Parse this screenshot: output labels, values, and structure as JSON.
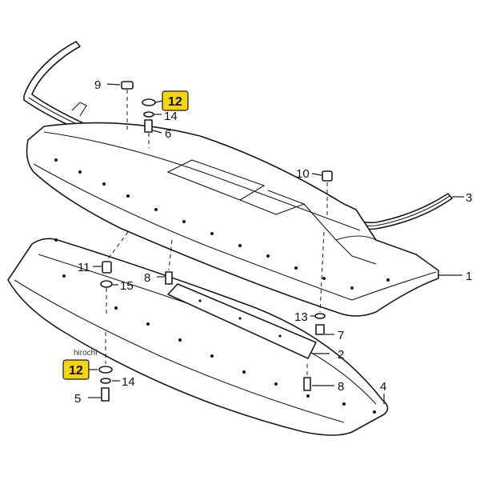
{
  "watermark": "hirochi",
  "callouts": {
    "p1": "1",
    "p2": "2",
    "p3": "3",
    "p4": "4",
    "p5": "5",
    "p6": "6",
    "p7": "7",
    "p8a": "8",
    "p8b": "8",
    "p9": "9",
    "p10": "10",
    "p11": "11",
    "p12a": "12",
    "p12b": "12",
    "p13": "13",
    "p14a": "14",
    "p14b": "14",
    "p15": "15"
  },
  "highlight_color": "#f5d50f"
}
